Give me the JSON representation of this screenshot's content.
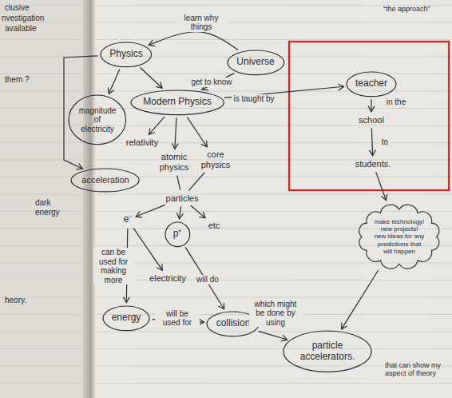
{
  "diagram": {
    "nodes": [
      {
        "text": [
          "Physics"
        ]
      },
      {
        "text": [
          "Universe"
        ]
      },
      {
        "text": [
          "Modern Physics"
        ]
      },
      {
        "text": [
          "teacher"
        ]
      },
      {
        "text": [
          "school"
        ]
      },
      {
        "text": [
          "students."
        ]
      },
      {
        "text": [
          "make technology! new projects! new ideas for any predictions that will happen"
        ]
      },
      {
        "text": [
          "relativity"
        ]
      },
      {
        "text": [
          "atomic physics"
        ]
      },
      {
        "text": [
          "core physics"
        ]
      },
      {
        "text": [
          "particles"
        ]
      },
      {
        "text": [
          "e⁻"
        ]
      },
      {
        "text": [
          "p⁺"
        ]
      },
      {
        "text": [
          "etc"
        ]
      },
      {
        "text": [
          "electricity"
        ]
      },
      {
        "text": [
          "magnitude of electricity"
        ]
      },
      {
        "text": [
          "acceleration"
        ]
      },
      {
        "text": [
          "energy"
        ]
      },
      {
        "text": [
          "collision"
        ]
      },
      {
        "text": [
          "particle accelerators."
        ]
      }
    ],
    "edges": [
      {
        "from": 1,
        "to": 0,
        "label": "learn why things",
        "arrow": "to"
      },
      {
        "from": 1,
        "to": 2,
        "label": "get to know",
        "arrow": "to"
      },
      {
        "from": 0,
        "to": 2,
        "arrow": "to"
      },
      {
        "from": 2,
        "to": 3,
        "label": "is taught by",
        "arrow": "to"
      },
      {
        "from": 3,
        "to": 4,
        "label": "in the",
        "arrow": "to"
      },
      {
        "from": 4,
        "to": 5,
        "label": "to",
        "arrow": "to"
      },
      {
        "from": 5,
        "to": 6,
        "arrow": "to"
      },
      {
        "from": 2,
        "to": 7,
        "arrow": "to"
      },
      {
        "from": 2,
        "to": 8,
        "arrow": "to"
      },
      {
        "from": 2,
        "to": 9,
        "arrow": "to"
      },
      {
        "from": 8,
        "to": 10,
        "arrow": "none"
      },
      {
        "from": 9,
        "to": 10,
        "arrow": "none"
      },
      {
        "from": 10,
        "to": 11,
        "arrow": "to"
      },
      {
        "from": 10,
        "to": 12,
        "arrow": "to"
      },
      {
        "from": 10,
        "to": 13,
        "arrow": "to"
      },
      {
        "from": 11,
        "to": 14,
        "arrow": "to"
      },
      {
        "from": 11,
        "to": 17,
        "label": "can be used for making more",
        "arrow": "to"
      },
      {
        "from": 17,
        "to": 18,
        "label": "will be used for",
        "arrow": "to"
      },
      {
        "from": 12,
        "to": 18,
        "label": "will do",
        "arrow": "to"
      },
      {
        "from": 18,
        "to": 19,
        "label": "which might be done by using",
        "arrow": "to"
      },
      {
        "from": 6,
        "to": 19,
        "arrow": "to"
      },
      {
        "from": 0,
        "to": 15,
        "arrow": "to"
      },
      {
        "from": 0,
        "to": 16,
        "arrow": "to"
      }
    ],
    "labels": [
      "clusive",
      "nvestigation",
      "available",
      "them ?",
      "heory.",
      "“the approach”",
      "dark energy",
      "that can show my aspect of theory"
    ]
  }
}
